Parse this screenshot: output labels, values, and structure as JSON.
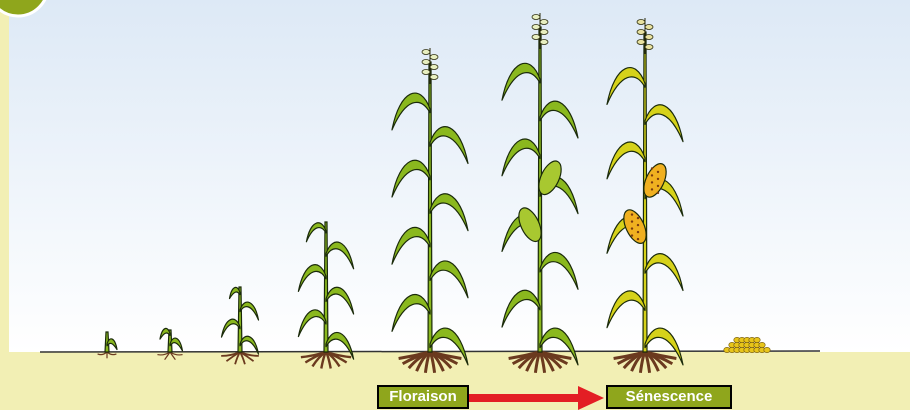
{
  "labels": {
    "flowering": "Floraison",
    "senescence": "Sénescence"
  },
  "growth_stages": [
    {
      "stage": 1,
      "leaves": 1
    },
    {
      "stage": 2,
      "leaves": 2
    },
    {
      "stage": 3,
      "leaves": 4
    },
    {
      "stage": 4,
      "leaves": 6
    },
    {
      "stage": 5,
      "leaves": 8,
      "tassel": true
    },
    {
      "stage": 6,
      "leaves": 8,
      "tassel": true,
      "cobs": 2
    },
    {
      "stage": 7,
      "leaves": 8,
      "tassel": true,
      "cobs": 2,
      "ripe": true
    },
    {
      "stage": 8,
      "grain_pile": true
    }
  ],
  "colors": {
    "background_top": "#dde9f6",
    "background_bottom": "#ffffff",
    "soil": "#f2efb4",
    "leaf_green": "#8ab81e",
    "leaf_ripe": "#d6d21a",
    "root": "#6b3a1f",
    "label_fill": "#8fa61c",
    "arrow": "#e31e24",
    "grain": "#e8c51a"
  }
}
